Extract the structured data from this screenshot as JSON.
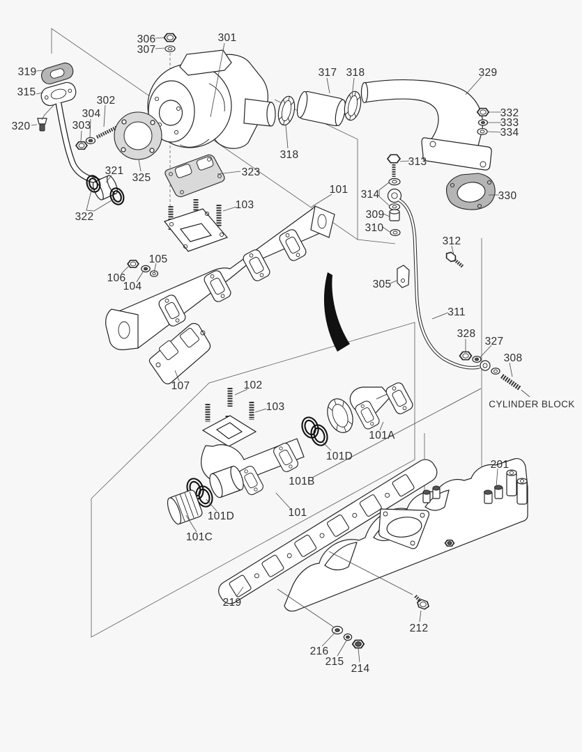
{
  "diagram": {
    "type": "exploded-parts-diagram",
    "subject": "Exhaust manifold and turbocharger assembly parts diagram",
    "background_color": "#f7f7f7",
    "line_color": "#222222",
    "leader_color": "#4a4a4a",
    "label_color": "#2e2e2e",
    "gasket_fill": "#d9d9d9",
    "dark_gasket_fill": "#b5b5b5",
    "callouts": {
      "c301": "301",
      "c302": "302",
      "c303": "303",
      "c304": "304",
      "c305": "305",
      "c306": "306",
      "c307": "307",
      "c308": "308",
      "c309": "309",
      "c310": "310",
      "c311": "311",
      "c312": "312",
      "c313": "313",
      "c314": "314",
      "c315": "315",
      "c317": "317",
      "c318a": "318",
      "c318b": "318",
      "c319": "319",
      "c320": "320",
      "c321": "321",
      "c322": "322",
      "c323": "323",
      "c325": "325",
      "c327": "327",
      "c328": "328",
      "c329": "329",
      "c330": "330",
      "c332": "332",
      "c333": "333",
      "c334": "334",
      "c101_top": "101",
      "c103_top": "103",
      "c104": "104",
      "c105": "105",
      "c106": "106",
      "c107": "107",
      "c102": "102",
      "c103_mid": "103",
      "c101a": "101A",
      "c101b": "101B",
      "c101c": "101C",
      "c101d_left": "101D",
      "c101d_right": "101D",
      "c101_mid": "101",
      "c201": "201",
      "c212": "212",
      "c214": "214",
      "c215": "215",
      "c216": "216",
      "c219": "219",
      "cylinder_block": "CYLINDER BLOCK"
    }
  }
}
